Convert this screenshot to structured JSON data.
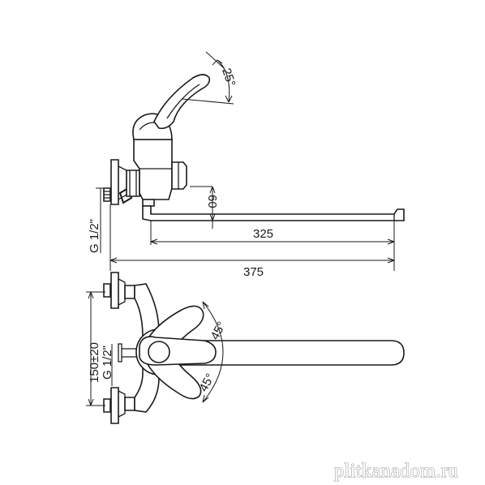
{
  "dimensions": {
    "lever_angle": "25°",
    "spout_height": "60",
    "spout_reach": "325",
    "overall_length": "375",
    "thread_side": "G 1/2\"",
    "center_distance": "150±20",
    "thread_front": "G 1/2\"",
    "swing_upper": "45°",
    "swing_lower": "45°"
  },
  "watermark": "plitkanadom.ru"
}
